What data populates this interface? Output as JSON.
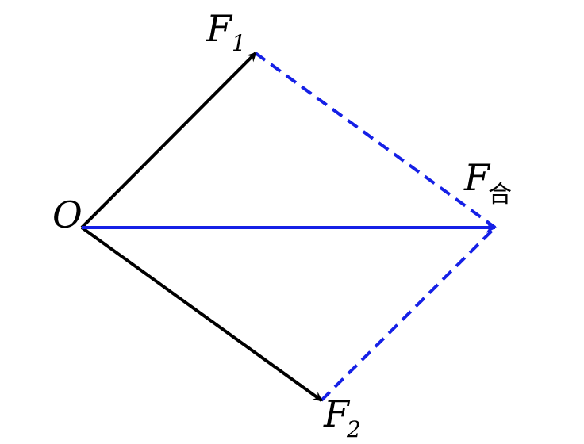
{
  "diagram": {
    "colors": {
      "force_vector": "#000000",
      "resultant_vector": "#1520e6",
      "construction_line": "#1520e6",
      "background": "#ffffff"
    },
    "labels": {
      "origin": "O",
      "force_1": {
        "letter": "F",
        "subscript": "1"
      },
      "force_2": {
        "letter": "F",
        "subscript": "2"
      },
      "resultant": {
        "letter": "F",
        "subscript": "合"
      }
    }
  }
}
